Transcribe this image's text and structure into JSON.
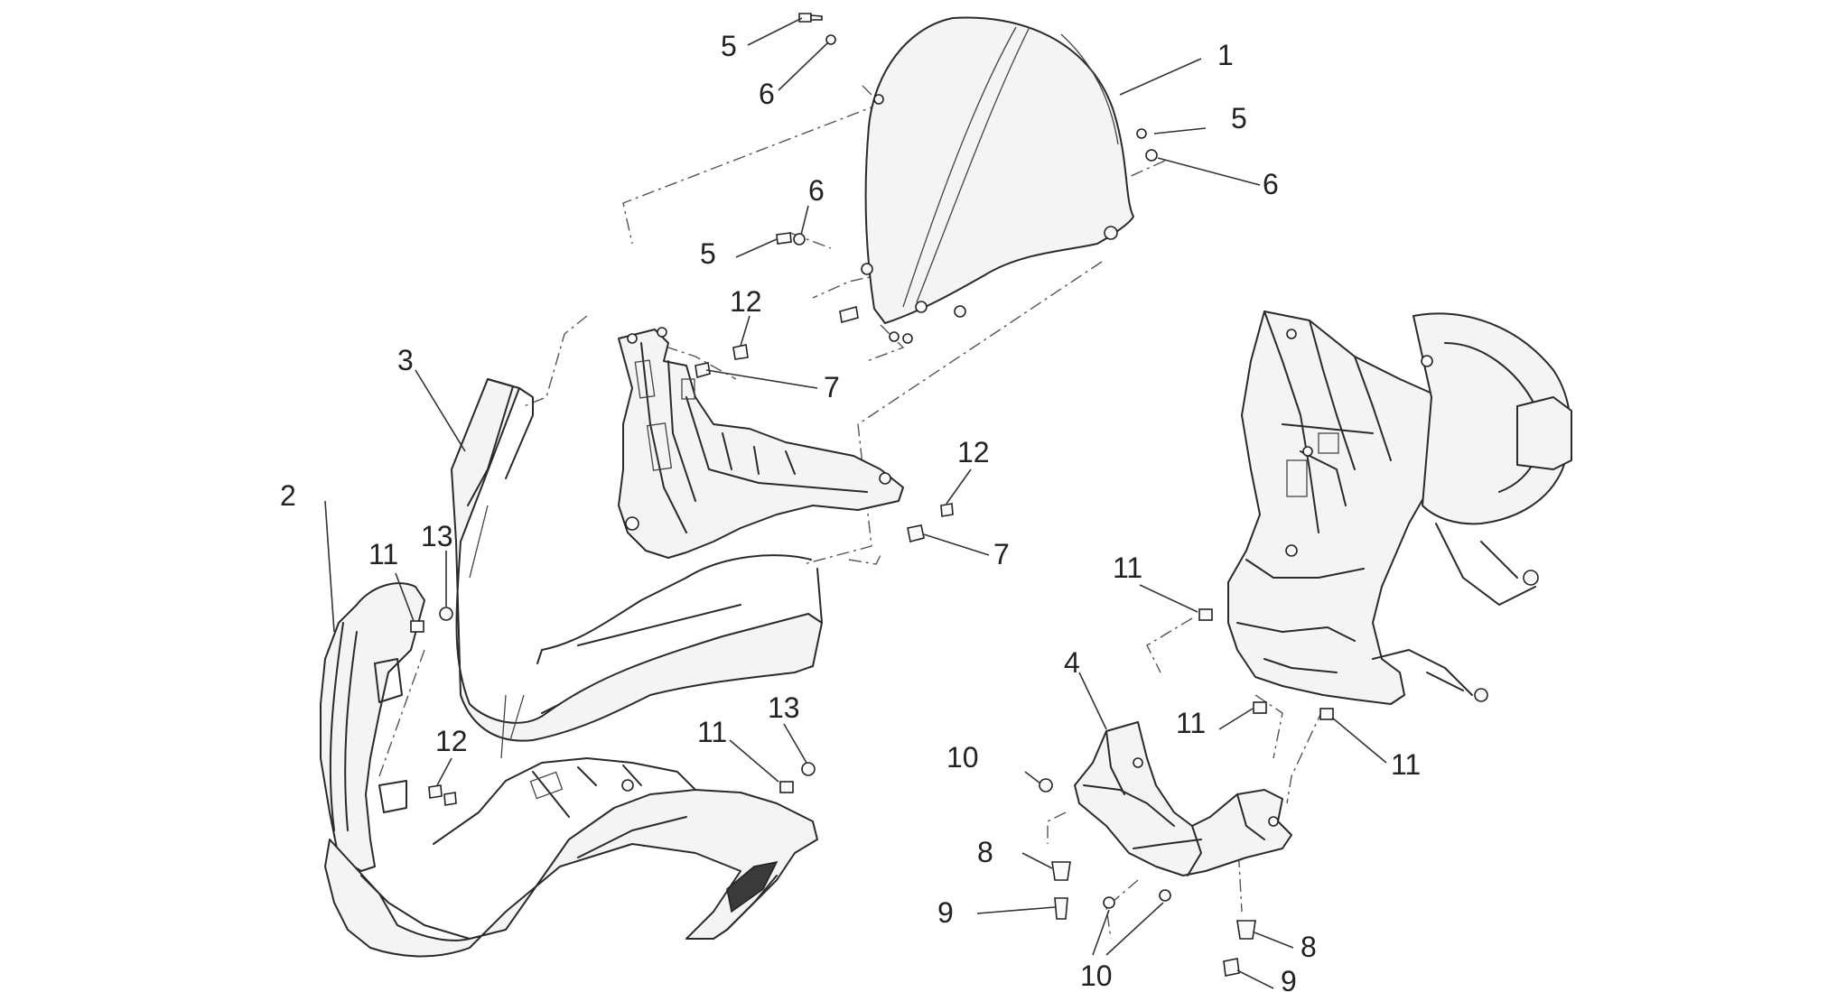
{
  "callouts": [
    {
      "label": "1"
    },
    {
      "label": "2"
    },
    {
      "label": "3"
    },
    {
      "label": "4"
    },
    {
      "label": "5"
    },
    {
      "label": "5"
    },
    {
      "label": "5"
    },
    {
      "label": "6"
    },
    {
      "label": "6"
    },
    {
      "label": "6"
    },
    {
      "label": "7"
    },
    {
      "label": "7"
    },
    {
      "label": "8"
    },
    {
      "label": "8"
    },
    {
      "label": "9"
    },
    {
      "label": "9"
    },
    {
      "label": "10"
    },
    {
      "label": "10"
    },
    {
      "label": "11"
    },
    {
      "label": "11"
    },
    {
      "label": "11"
    },
    {
      "label": "11"
    },
    {
      "label": "11"
    },
    {
      "label": "12"
    },
    {
      "label": "12"
    },
    {
      "label": "12"
    },
    {
      "label": "13"
    },
    {
      "label": "13"
    }
  ]
}
